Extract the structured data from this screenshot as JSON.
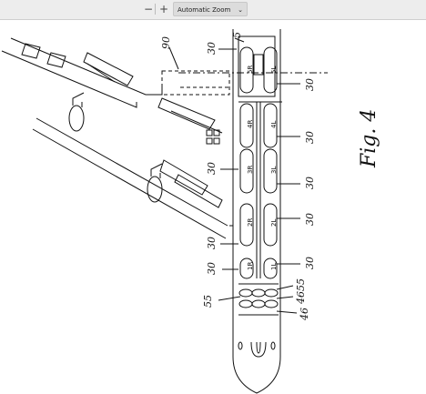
{
  "toolbar": {
    "zoom_out_glyph": "−",
    "zoom_in_glyph": "+",
    "zoom_value": "Automatic Zoom",
    "chevron_glyph": "⌄"
  },
  "figure": {
    "caption": "Fig. 4",
    "labels": {
      "l5": "5",
      "l90": "90",
      "l30a": "30",
      "l30b": "30",
      "l30c": "30",
      "l30d": "30",
      "l30e": "30",
      "l30f": "30",
      "l30g": "30",
      "l30h": "30",
      "l30i": "30",
      "l55a": "55",
      "l55b": "55",
      "l46a": "46",
      "l46b": "46"
    },
    "bins": [
      "5R",
      "5L",
      "4R",
      "4L",
      "3R",
      "3L",
      "2R",
      "2L",
      "1R",
      "1L"
    ]
  }
}
